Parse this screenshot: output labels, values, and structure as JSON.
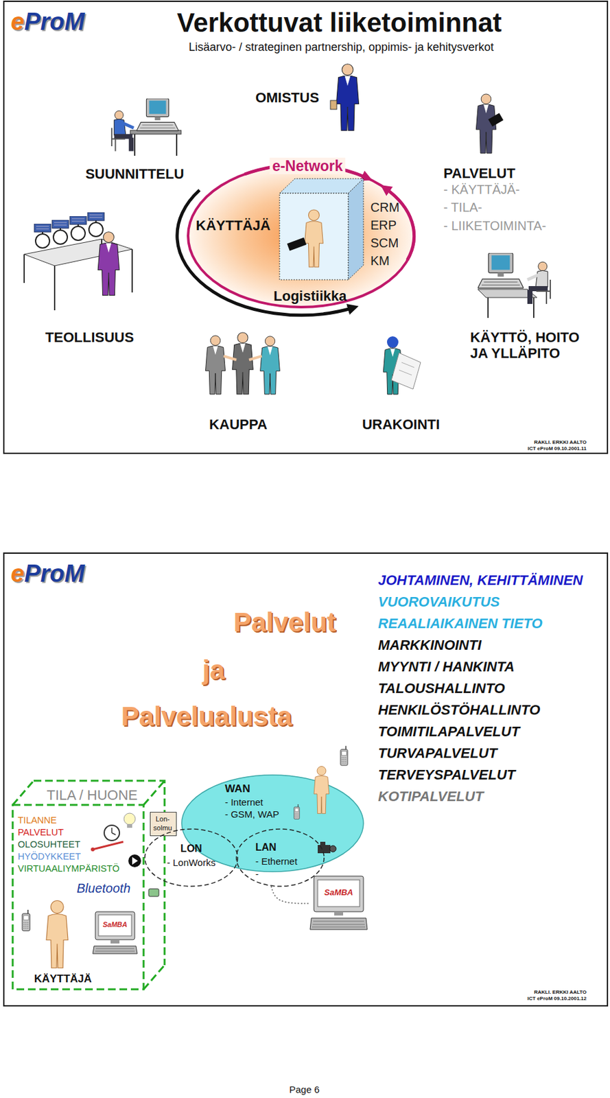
{
  "diagram": {
    "title": "Verkottuvat liiketoiminnat",
    "nodes": [
      {
        "text": [
          "e-Network",
          "KÄYTTÄJÄ",
          "CRM ERP SCM KM",
          "Logistiikka"
        ]
      },
      {
        "text": [
          "TILA / HUONE",
          "TILANNE",
          "PALVELUT",
          "OLOSUHTEET",
          "HYÖDYKKEET",
          "VIRTUAALIYMPÄRISTÖ",
          "Bluetooth",
          "KÄYTTÄJÄ"
        ]
      },
      {
        "text": [
          "SaMBA"
        ],
        "in": 1
      },
      {
        "text": [
          "Lon- solmu"
        ]
      },
      {
        "text": [
          "WAN",
          "- Internet",
          "- GSM, WAP"
        ]
      },
      {
        "text": [
          "LON",
          "- LonWorks"
        ]
      },
      {
        "text": [
          "LAN",
          "- Ethernet",
          "-"
        ]
      },
      {
        "text": [
          "SaMBA"
        ]
      }
    ],
    "edges": [
      {
        "from": 6,
        "to": 7,
        "arrow": "none"
      }
    ],
    "labels": [
      "eProM",
      "Lisäarvo- / strateginen partnership, oppimis- ja kehitysverkot",
      "OMISTUS",
      "SUUNNITTELU",
      "PALVELUT",
      "- KÄYTTÄJÄ-",
      "- TILA-",
      "- LIIKETOIMINTA-",
      "TEOLLISUUS",
      "KÄYTTÖ, HOITO JA YLLÄPITO",
      "KAUPPA",
      "URAKOINTI",
      "RAKLI. ERKKI AALTO",
      "ICT eProM 09.10.2001.11",
      "eProM",
      "Palvelut",
      "ja",
      "Palvelualusta",
      "JOHTAMINEN, KEHITTÄMINEN",
      "VUOROVAIKUTUS",
      "REAALIAIKAINEN TIETO",
      "MARKKINOINTI",
      "MYYNTI / HANKINTA",
      "TALOUSHALLINTO",
      "HENKILÖSTÖHALLINTO",
      "TOIMITILAPALVELUT",
      "TURVAPALVELUT",
      "TERVEYSPALVELUT",
      "KOTIPALVELUT",
      "RAKLI. ERKKI AALTO",
      "ICT eProM 09.10.2001.12",
      "Page 6"
    ]
  }
}
